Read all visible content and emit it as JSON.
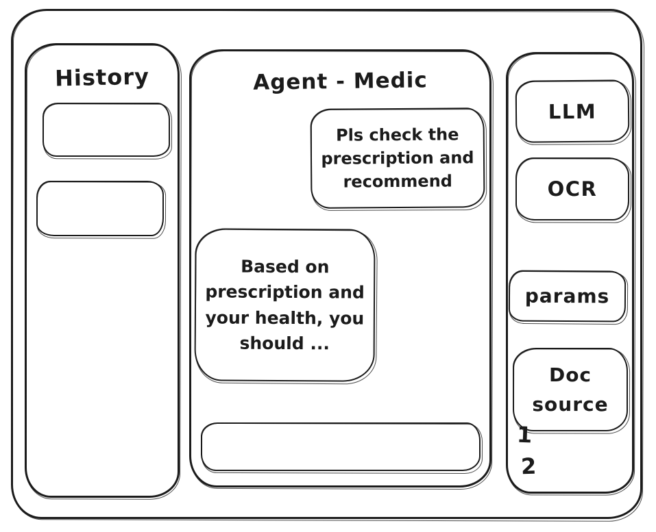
{
  "history_panel": {
    "title": "History"
  },
  "chat_panel": {
    "title": "Agent - Medic",
    "messages": [
      {
        "role": "user",
        "text": "Pls check the prescription and recommend"
      },
      {
        "role": "assistant",
        "text": "Based on prescription and your health, you should ..."
      }
    ],
    "input": {
      "value": "",
      "placeholder": ""
    }
  },
  "tools_panel": {
    "buttons": [
      {
        "label": "LLM"
      },
      {
        "label": "OCR"
      },
      {
        "label": "params"
      },
      {
        "label": "Doc source"
      }
    ],
    "doc_source_items": [
      {
        "label": "1"
      },
      {
        "label": "2"
      }
    ]
  },
  "colors": {
    "stroke": "#1b1b1b",
    "background": "#ffffff"
  }
}
